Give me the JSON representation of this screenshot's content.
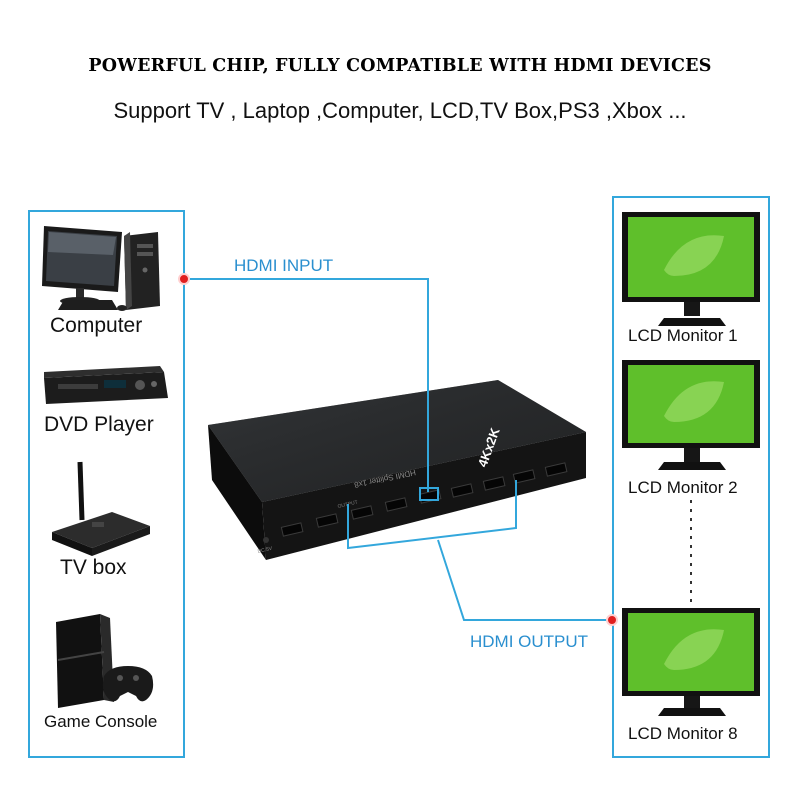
{
  "headline": "Powerful chip, fully compatible with HDMI devices",
  "subline": "Support TV , Laptop ,Computer, LCD,TV Box,PS3 ,Xbox ...",
  "sources": [
    {
      "label": "Computer"
    },
    {
      "label": "DVD Player"
    },
    {
      "label": "TV box"
    },
    {
      "label": "Game Console"
    }
  ],
  "outputs": [
    {
      "label": "LCD Monitor 1"
    },
    {
      "label": "LCD Monitor 2"
    },
    {
      "label": "LCD Monitor 8"
    }
  ],
  "connections": {
    "input_label": "HDMI INPUT",
    "output_label": "HDMI OUTPUT"
  },
  "device": {
    "badge": "4Kx2K",
    "model_text": "HDMI Splitter 1x8",
    "port_group_label": "OUTPUT",
    "power_label": "DC 5V"
  },
  "colors": {
    "accent_line": "#33a7dc",
    "dot": "#e02020",
    "monitor_screen": "#5fbf2b"
  }
}
